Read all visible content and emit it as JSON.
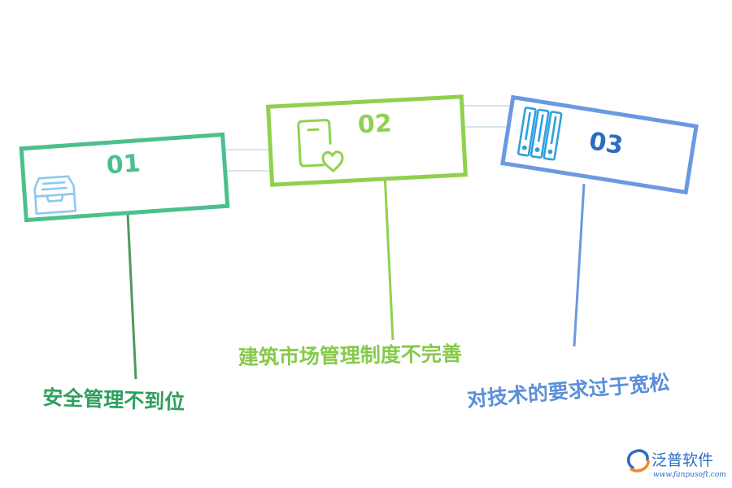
{
  "colors": {
    "green": "#4CC08C",
    "green_stem": "#4E9A5A",
    "lime": "#8FD14F",
    "blue": "#6A99DF",
    "blue_icon": "#2FA0DD",
    "connector_fill": "#FFFFFF",
    "connector_stroke": "#C8DCE6",
    "caption_green": "#2E9F5C",
    "caption_lime": "#86C94A",
    "caption_blue": "#5B8FDB",
    "brand_blue": "#2B6CC4",
    "brand_orange": "#F08A24"
  },
  "cards": [
    {
      "number": "01",
      "icon": "inbox-tray-icon",
      "caption": "安全管理不到位"
    },
    {
      "number": "02",
      "icon": "phone-heart-icon",
      "caption": "建筑市场管理制度不完善"
    },
    {
      "number": "03",
      "icon": "server-rack-icon",
      "caption": "对技术的要求过于宽松"
    }
  ],
  "brand": {
    "icon": "fanpu-logo-icon",
    "name": "泛普软件",
    "url": "www.fanpusoft.com"
  }
}
